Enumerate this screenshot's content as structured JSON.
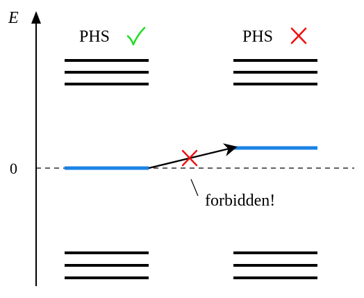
{
  "axis": {
    "label": "E",
    "zero_label": "0"
  },
  "panels": {
    "left": {
      "label": "PHS",
      "mark": "✓",
      "mark_icon": "checkmark-icon",
      "mark_color": "#22dd22"
    },
    "right": {
      "label": "PHS",
      "mark": "✕",
      "mark_icon": "cross-icon",
      "mark_color": "#ee1111"
    }
  },
  "transition": {
    "annotation": "forbidden!",
    "cross_icon": "cross-icon",
    "cross_color": "#ee1111"
  },
  "colors": {
    "level": "#000000",
    "highlight_level": "#1a82e6",
    "axis": "#000000"
  }
}
